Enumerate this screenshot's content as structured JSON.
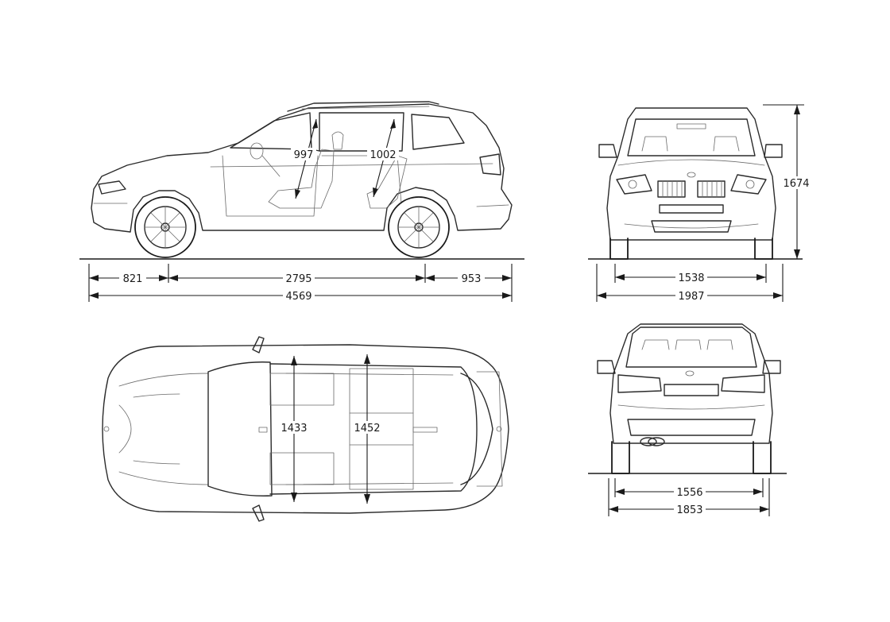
{
  "dimensions": {
    "front_overhang": "821",
    "wheelbase": "2795",
    "rear_overhang": "953",
    "length": "4569",
    "front_headroom": "997",
    "rear_headroom": "1002",
    "height": "1674",
    "front_track": "1538",
    "width_mirrors": "1987",
    "rear_track": "1556",
    "width": "1853",
    "front_shoulder": "1433",
    "rear_shoulder": "1452"
  }
}
